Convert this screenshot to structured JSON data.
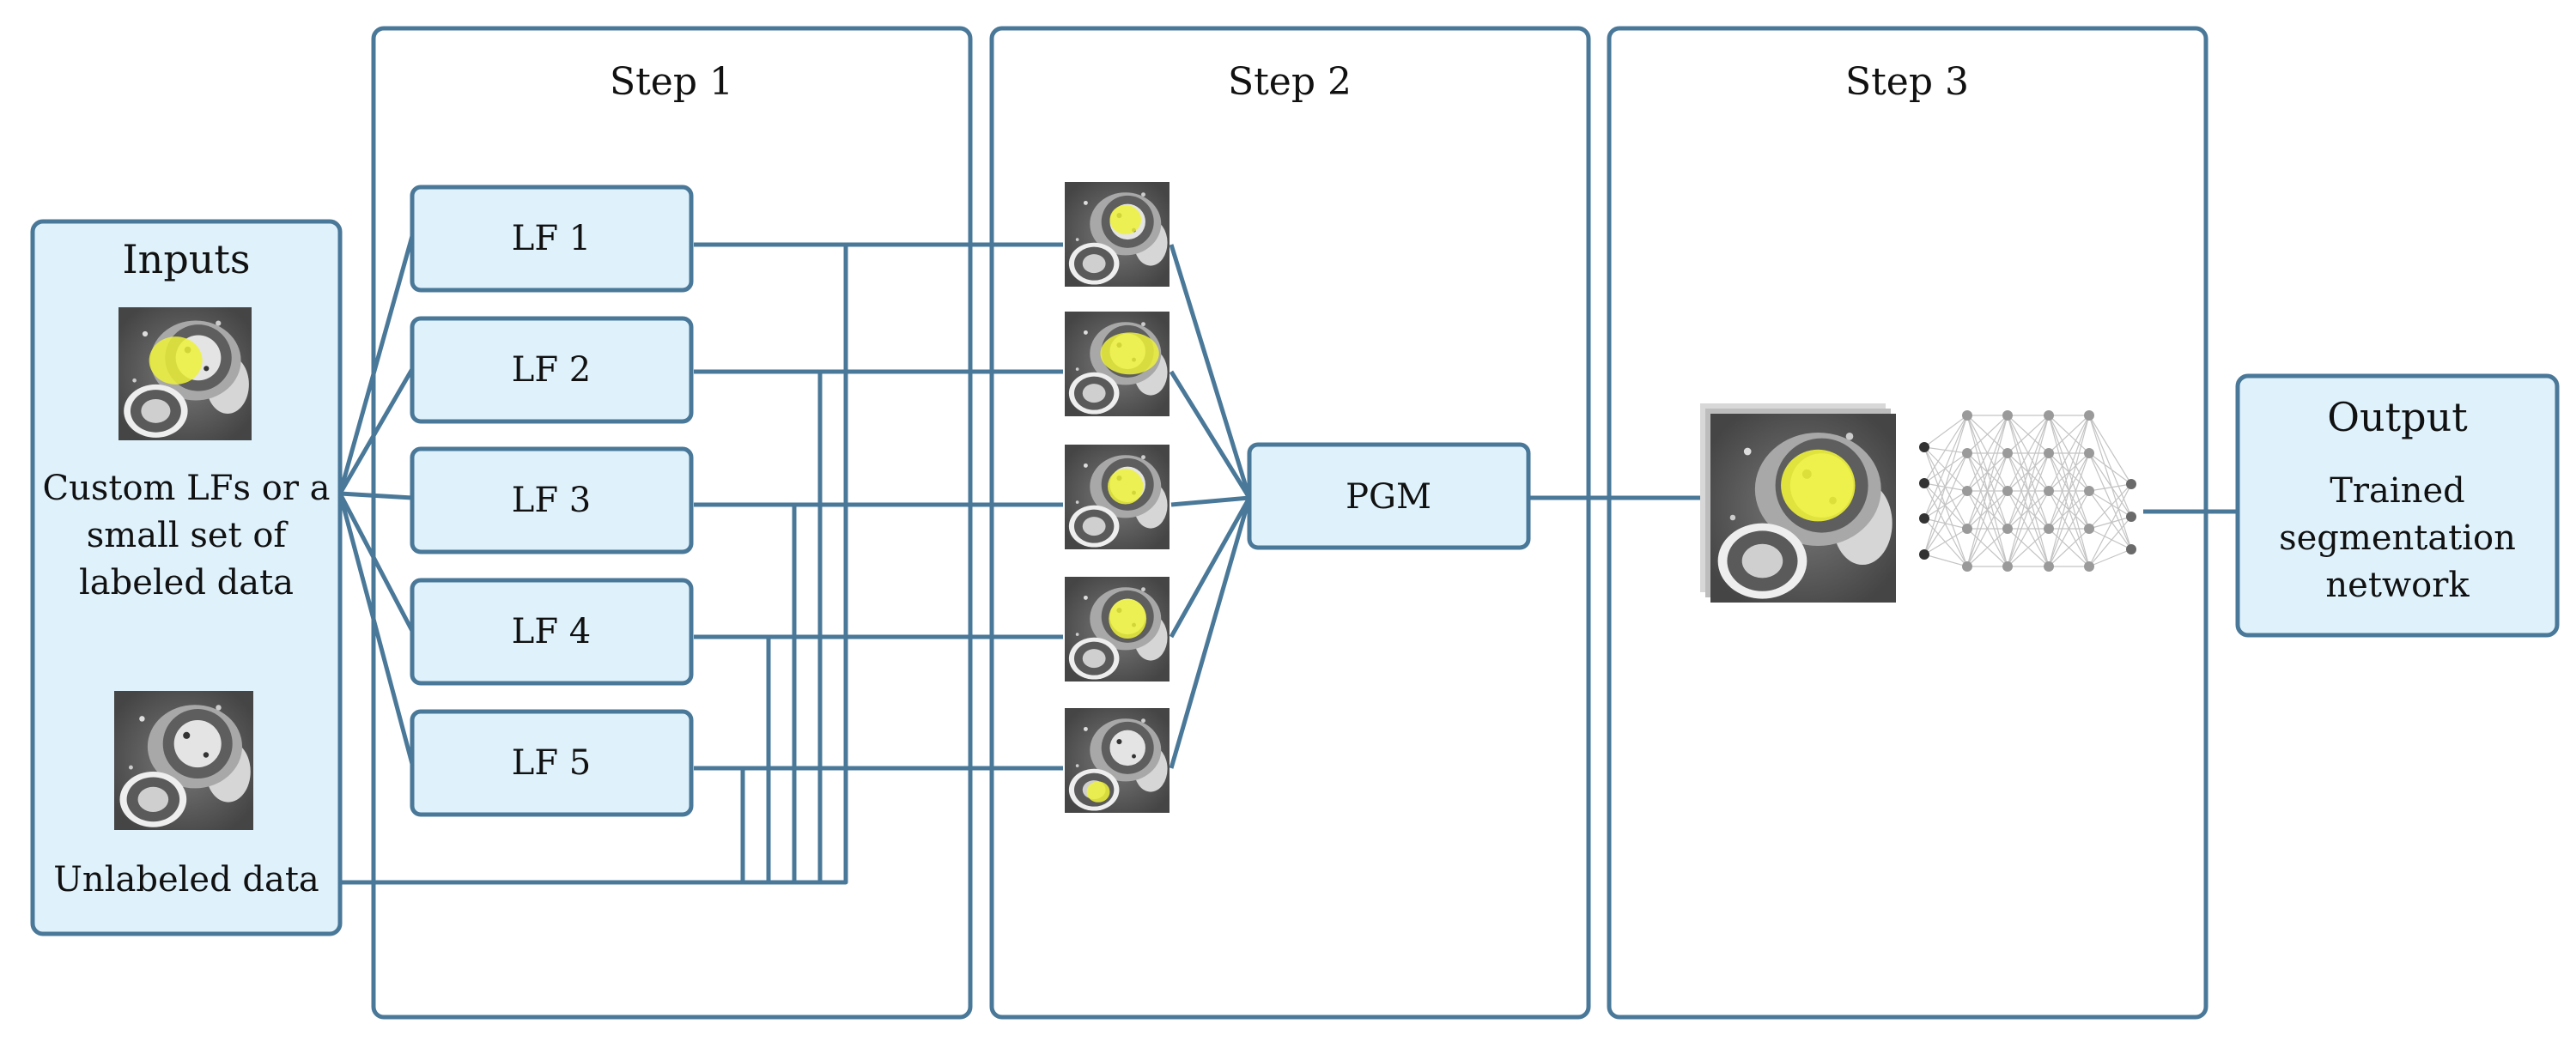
{
  "colors": {
    "stroke": "#4a7898",
    "box_fill": "#dff2fc",
    "mask": "#eef23a",
    "text": "#111111"
  },
  "inputs": {
    "title": "Inputs",
    "labeled_caption_lines": [
      "Custom LFs or a",
      "small set of",
      "labeled data"
    ],
    "unlabeled_caption": "Unlabeled data"
  },
  "steps": [
    {
      "title": "Step 1"
    },
    {
      "title": "Step 2"
    },
    {
      "title": "Step 3"
    }
  ],
  "labeling_functions": [
    {
      "label": "LF 1"
    },
    {
      "label": "LF 2"
    },
    {
      "label": "LF 3"
    },
    {
      "label": "LF 4"
    },
    {
      "label": "LF 5"
    }
  ],
  "pgm": {
    "label": "PGM"
  },
  "output": {
    "title": "Output",
    "caption_lines": [
      "Trained",
      "segmentation",
      "network"
    ]
  },
  "icons": {
    "labeled_image": "cardiac-mri-labeled-icon",
    "unlabeled_image": "cardiac-mri-unlabeled-icon",
    "weak_label": "weak-label-mask-icon",
    "network": "neural-network-icon"
  }
}
